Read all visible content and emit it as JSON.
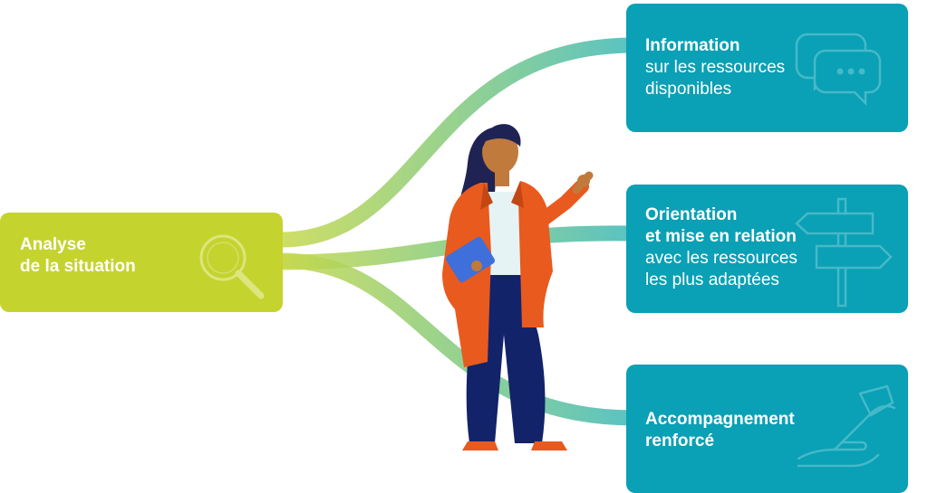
{
  "source": {
    "title_line1": "Analyse",
    "title_line2": "de la situation",
    "icon": "magnifier-icon"
  },
  "outcomes": [
    {
      "id": "information",
      "title": "Information",
      "lines": [
        "sur les ressources",
        "disponibles"
      ],
      "icon": "speech-bubbles-icon"
    },
    {
      "id": "orientation",
      "title_line1": "Orientation",
      "title_line2": "et mise en relation",
      "lines": [
        "avec les ressources",
        "les plus adaptées"
      ],
      "icon": "signpost-icon"
    },
    {
      "id": "accompagnement",
      "title_line1": "Accompagnement",
      "title_line2": "renforcé",
      "icon": "helping-hand-icon"
    }
  ],
  "illustration": "woman-pointing-illustration",
  "colors": {
    "analysis_box": "#c5d32f",
    "outcome_box": "#0aa0b5",
    "flow_start": "#c6d84a",
    "flow_end": "#3cb8b8",
    "jacket": "#e85a1e",
    "trousers": "#12236a",
    "folder": "#3f6fdb",
    "skin": "#c07a3c",
    "hair": "#1e2354"
  }
}
